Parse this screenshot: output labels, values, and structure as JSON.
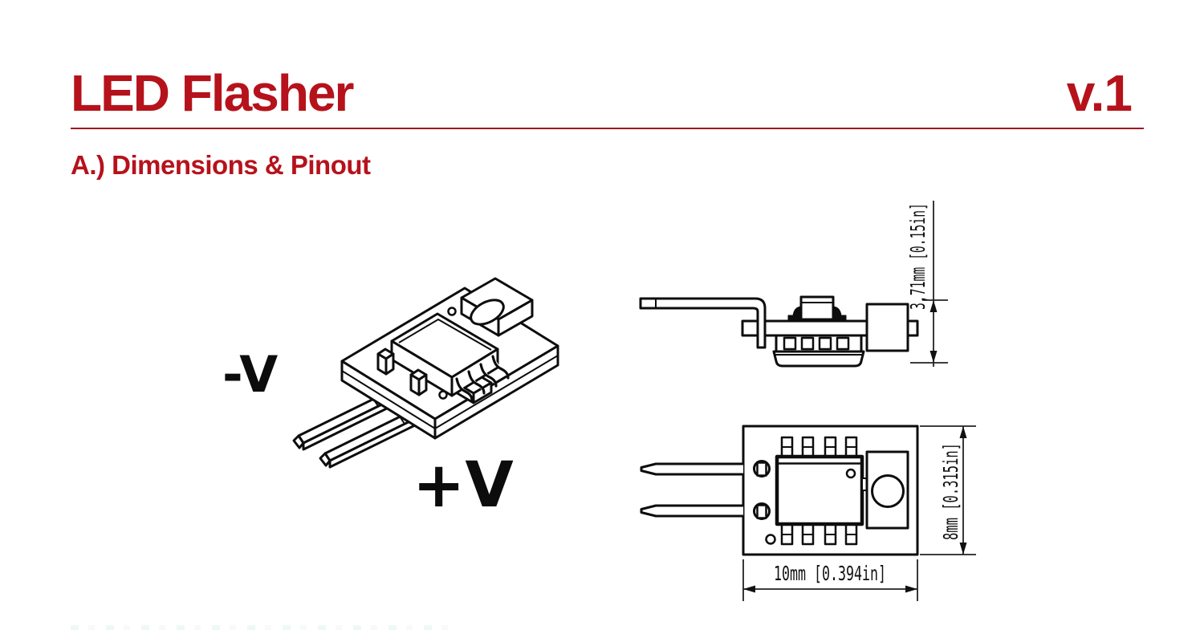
{
  "page": {
    "title": "LED Flasher",
    "version": "v.1",
    "accent_color": "#B6121B"
  },
  "section": {
    "heading": "A.) Dimensions & Pinout"
  },
  "isometric_view": {
    "negative_label": "-V",
    "positive_label": "+V"
  },
  "side_view": {
    "height_dimension": "3,71mm [0.15in]"
  },
  "top_view": {
    "height_dimension": "8mm [0.315in]",
    "width_dimension": "10mm [0.394in]"
  }
}
